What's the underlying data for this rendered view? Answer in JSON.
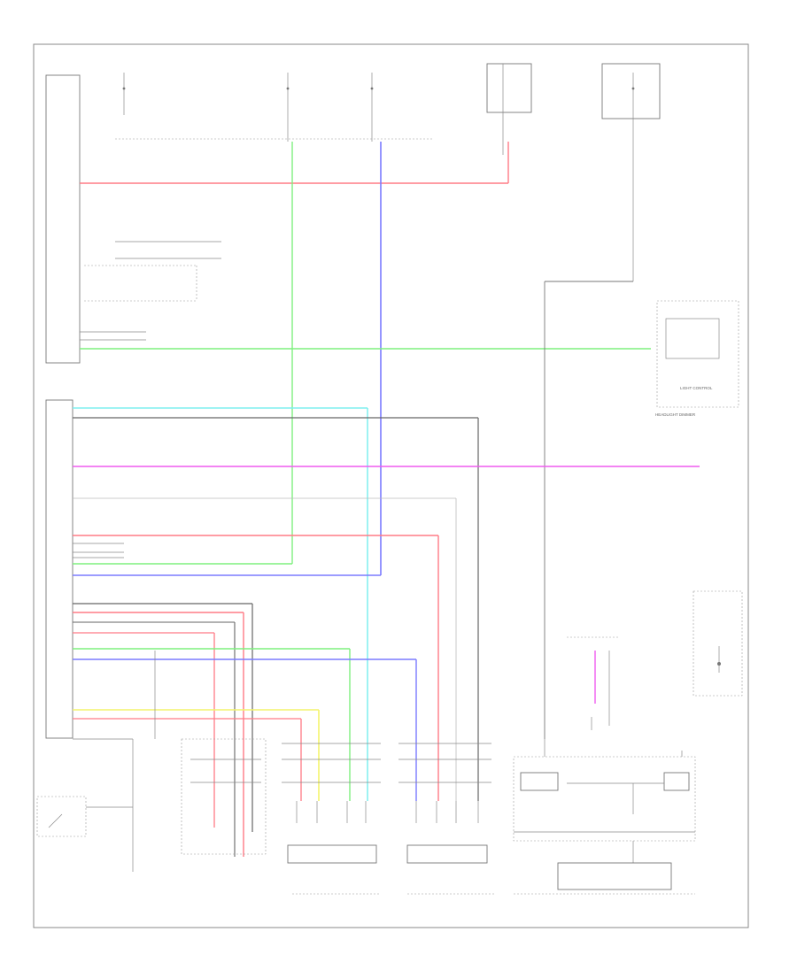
{
  "diagram": {
    "colors": {
      "red": "#ff7b86",
      "green": "#7ff07f",
      "blue": "#7b7bff",
      "cyan": "#7fefef",
      "magenta": "#ef5cef",
      "yellow": "#f3f36d",
      "dark": "#666666",
      "line": "#777777"
    },
    "texts": [],
    "components": [
      {
        "id": "mainbody-ecu"
      },
      {
        "id": "headlight-ecu"
      },
      {
        "id": "left-headlight-assembly"
      },
      {
        "id": "right-headlight-assembly"
      },
      {
        "id": "combination-meter"
      },
      {
        "id": "leveling-switch"
      },
      {
        "id": "headlight-dimmer-switch"
      },
      {
        "id": "rear-height-sensor"
      }
    ]
  }
}
